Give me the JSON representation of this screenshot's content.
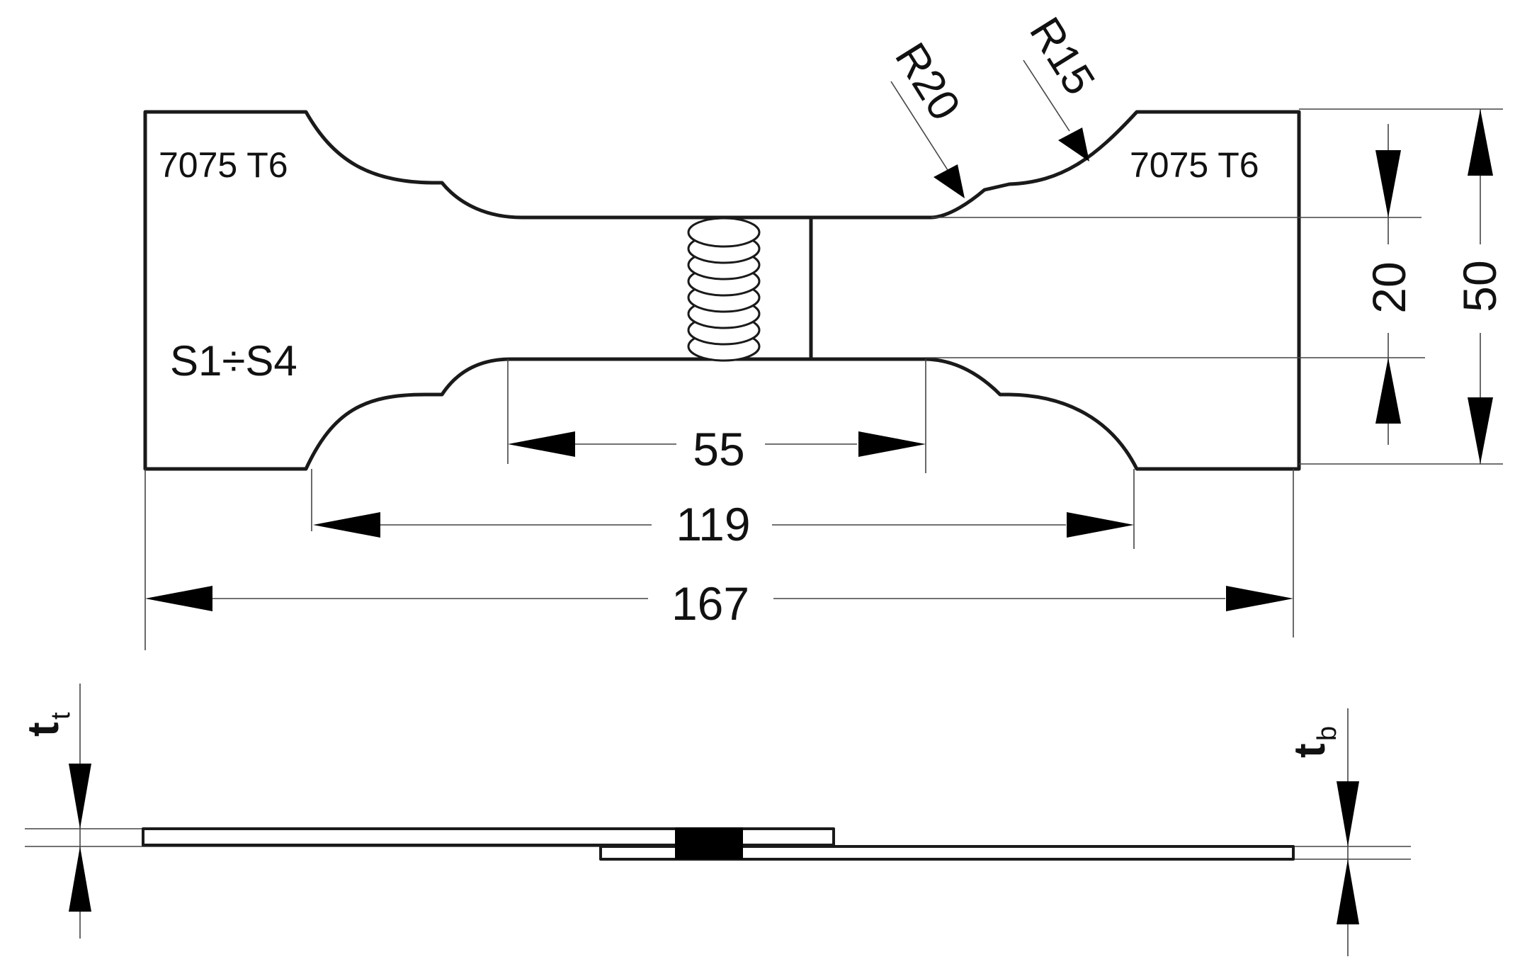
{
  "plan_view": {
    "material_left": "7075 T6",
    "material_right": "7075 T6",
    "series": "S1÷S4",
    "radius_large": "R20",
    "radius_small": "R15",
    "dim_gauge_length": "55",
    "dim_parallel_length": "119",
    "dim_total_length": "167",
    "dim_gauge_width": "20",
    "dim_grip_width": "50"
  },
  "side_view": {
    "thickness_top": {
      "symbol": "t",
      "subscript": "t"
    },
    "thickness_bottom": {
      "symbol": "t",
      "subscript": "b"
    }
  }
}
